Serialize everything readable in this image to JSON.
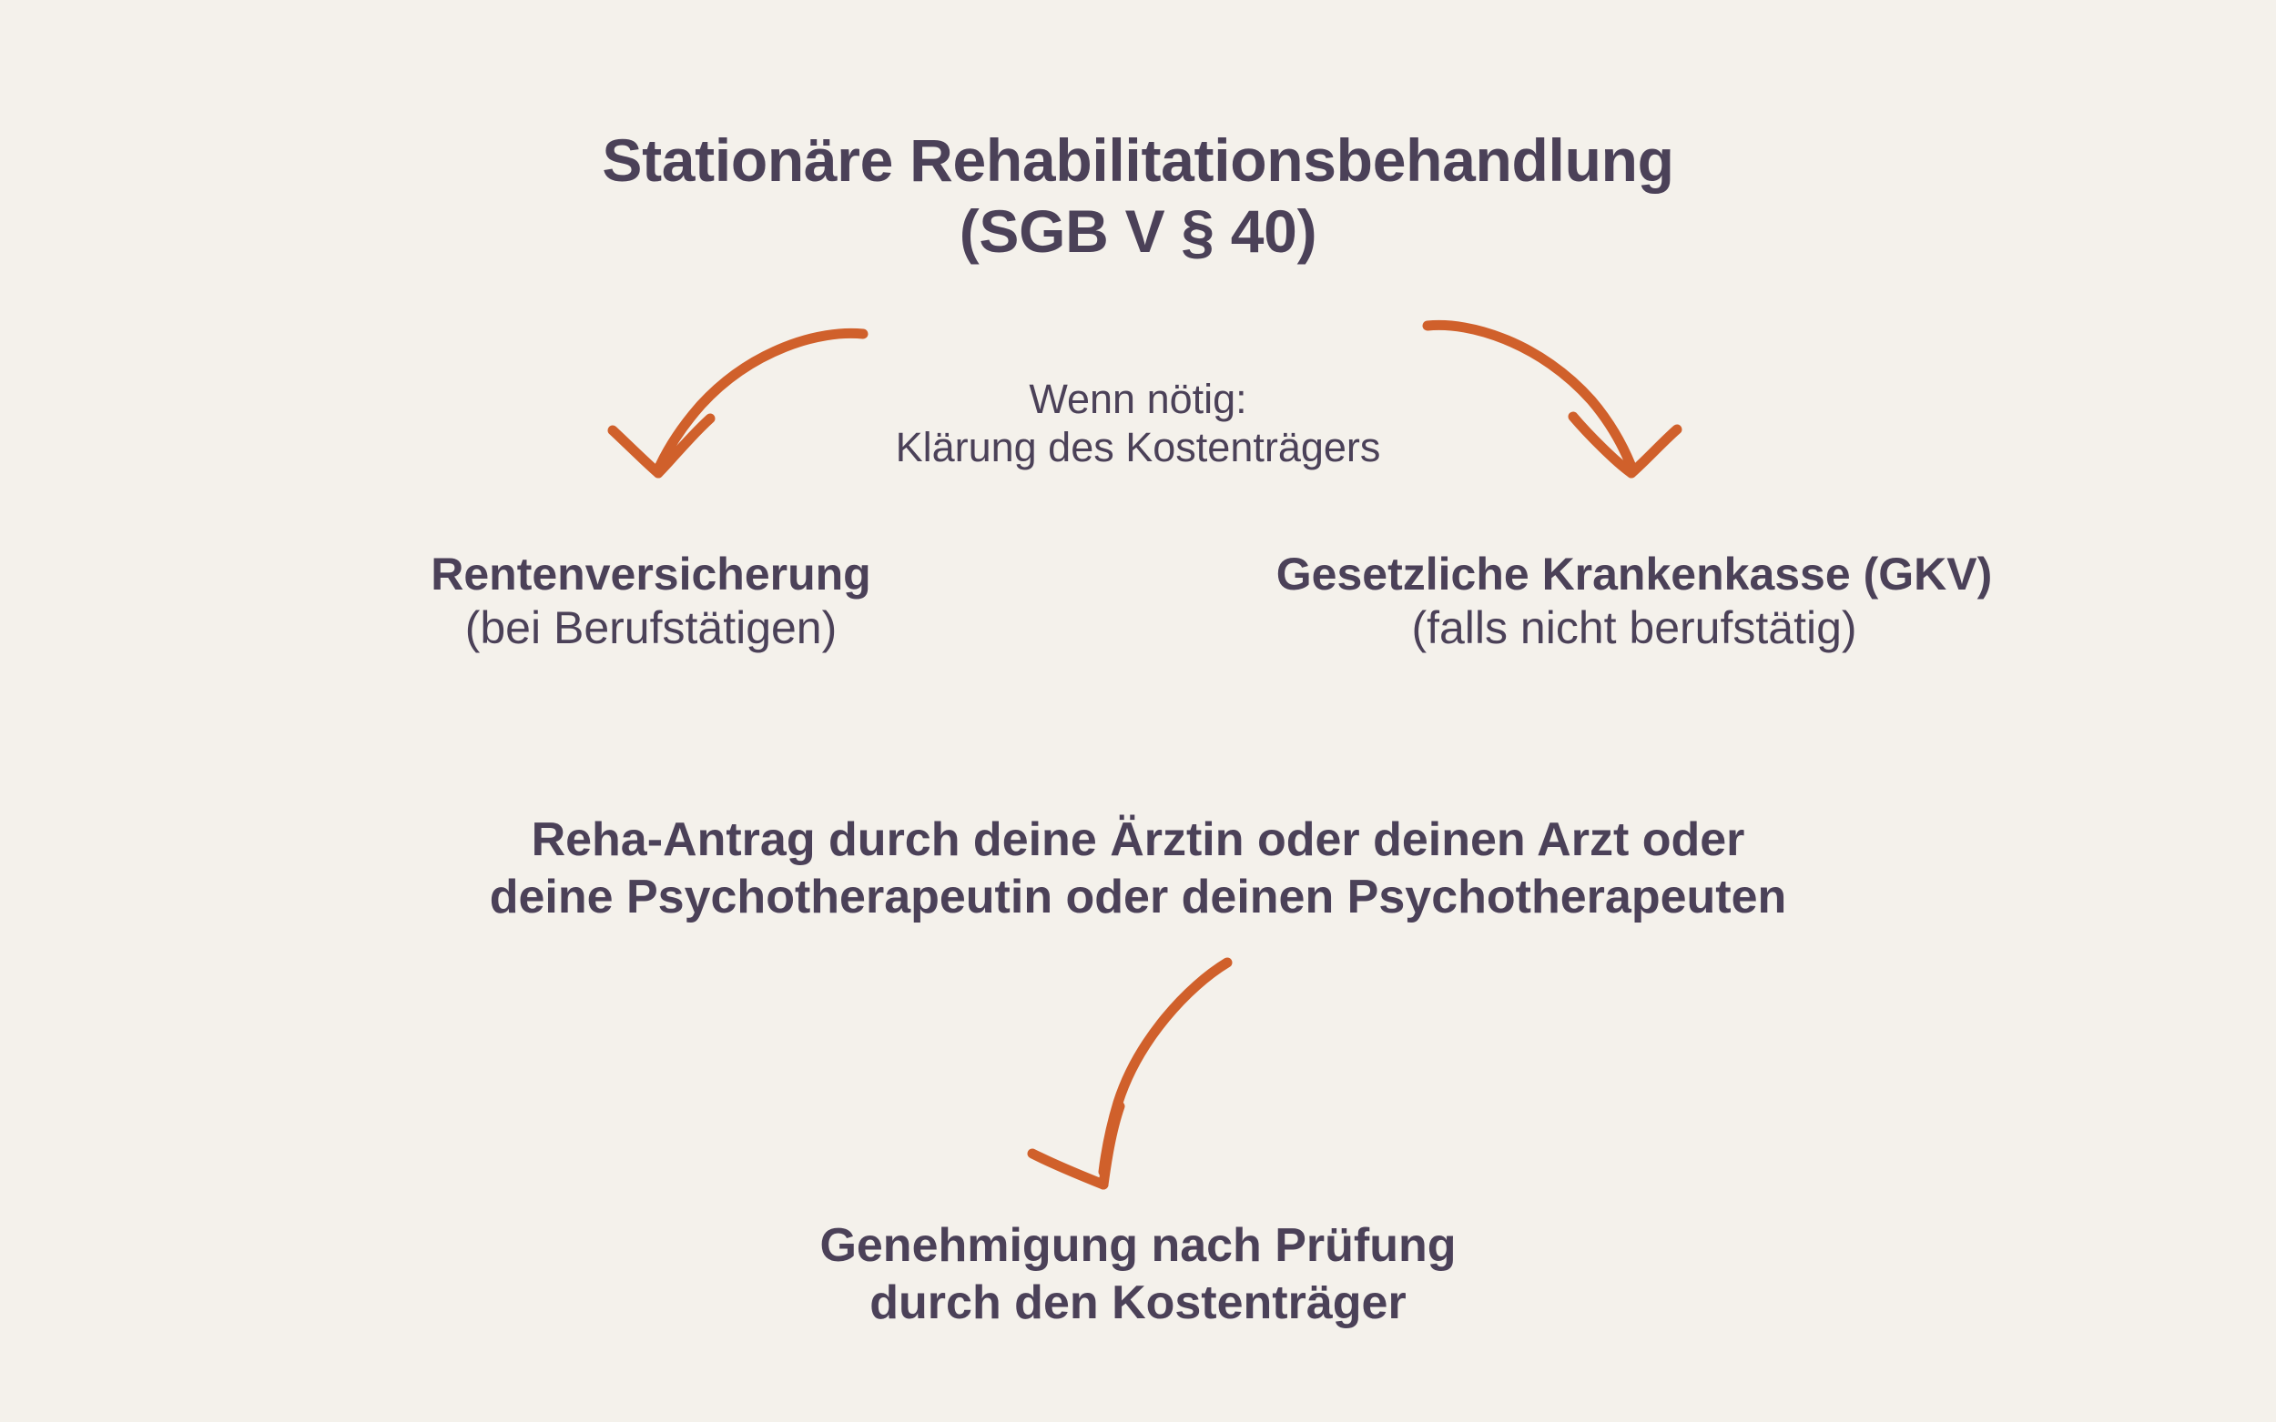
{
  "page": {
    "background_color": "#F4F1EB",
    "text_color": "#4B4158",
    "accent_color": "#D0602B"
  },
  "title": {
    "line1": "Stationäre Rehabilitationsbehandlung",
    "line2": "(SGB V § 40)"
  },
  "note": {
    "line1": "Wenn nötig:",
    "line2": "Klärung des Kostenträgers"
  },
  "branches": {
    "left": {
      "title": "Rentenversicherung",
      "subtitle": "(bei Berufstätigen)"
    },
    "right": {
      "title": "Gesetzliche Krankenkasse (GKV)",
      "subtitle": "(falls nicht berufstätig)"
    }
  },
  "steps": {
    "application": {
      "line1": "Reha-Antrag durch deine Ärztin oder deinen Arzt oder",
      "line2": "deine Psychotherapeutin oder deinen Psychotherapeuten"
    },
    "approval": {
      "line1": "Genehmigung nach Prüfung",
      "line2": "durch den Kostenträger"
    }
  },
  "arrows": {
    "left": "curved-arrow-down-left-icon",
    "right": "curved-arrow-down-right-icon",
    "down": "curved-arrow-down-icon"
  }
}
